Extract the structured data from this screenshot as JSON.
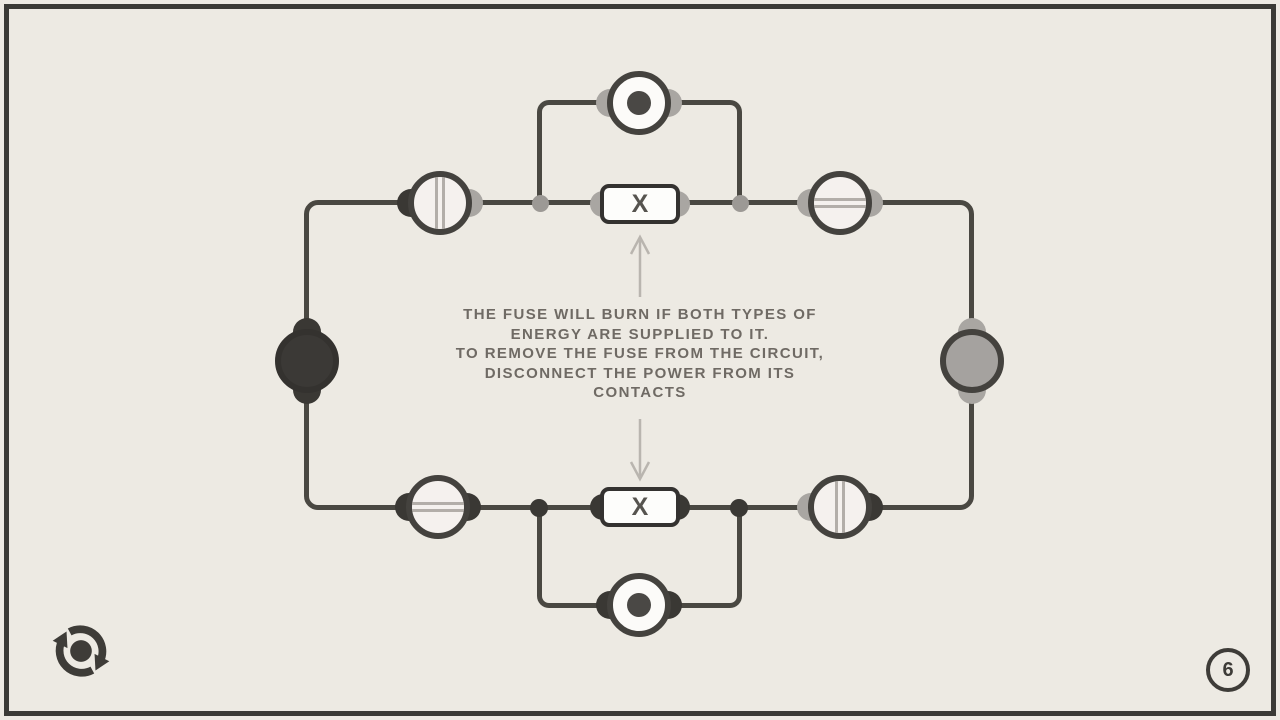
{
  "hud": {
    "level_label": "6",
    "restart_icon": "restart-icon",
    "level_badge_color": "#3E3C38"
  },
  "fuse_top": {
    "label": "X"
  },
  "fuse_bottom": {
    "label": "X"
  },
  "tutorial": {
    "lines": [
      "THE FUSE WILL BURN IF BOTH TYPES OF",
      "ENERGY ARE SUPPLIED TO IT.",
      "TO REMOVE THE FUSE FROM THE CIRCUIT,",
      "DISCONNECT THE POWER FROM ITS",
      "CONTACTS"
    ]
  },
  "nodes": [
    {
      "id": "power-source-dark",
      "side": "left",
      "energy": "dark"
    },
    {
      "id": "power-source-gray",
      "side": "right",
      "energy": "gray"
    },
    {
      "id": "lamp-top",
      "symbol": "dot",
      "contacts": [
        "gray",
        "gray"
      ]
    },
    {
      "id": "lamp-bottom",
      "symbol": "dot",
      "contacts": [
        "dark",
        "dark"
      ]
    },
    {
      "id": "node-top-left",
      "symbol": "vertical-lines",
      "contacts": [
        "dark",
        "gray"
      ]
    },
    {
      "id": "node-top-right",
      "symbol": "horizontal-lines",
      "contacts": [
        "gray",
        "gray"
      ]
    },
    {
      "id": "node-bottom-left",
      "symbol": "horizontal-lines",
      "contacts": [
        "dark",
        "dark"
      ]
    },
    {
      "id": "node-bottom-right",
      "symbol": "vertical-lines",
      "contacts": [
        "gray",
        "dark"
      ]
    }
  ],
  "colors": {
    "background": "#EDEAE3",
    "frame": "#3B3A36",
    "wire": "#4A4842",
    "dark_energy": "#3A3834",
    "gray_energy": "#A5A29F",
    "node_ring": "#44423E",
    "node_fill": "#F5F1EE",
    "pattern_line": "#B3AEA9",
    "fuse_fill": "#FDFDFB",
    "text": "#6F6A64",
    "arrow": "#B9B5AF"
  }
}
